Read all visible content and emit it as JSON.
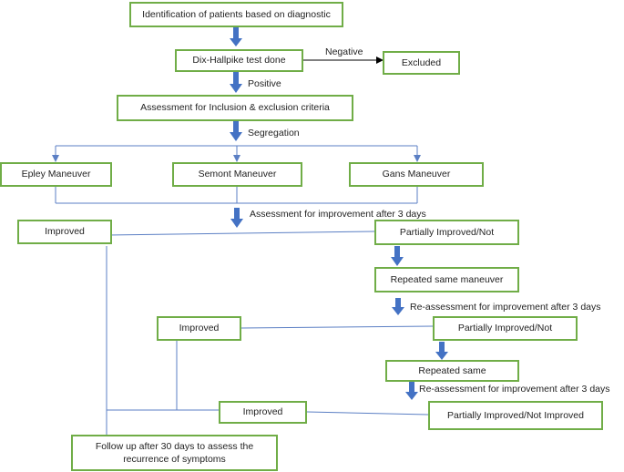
{
  "nodes": {
    "identify": "Identification of patients based on diagnostic",
    "dix": "Dix-Hallpike test done",
    "excluded": "Excluded",
    "assessment": "Assessment for Inclusion & exclusion criteria",
    "epley": "Epley Maneuver",
    "semont": "Semont Maneuver",
    "gans": "Gans Maneuver",
    "improved1": "Improved",
    "partial1": "Partially Improved/Not",
    "repeated1": "Repeated same maneuver",
    "improved2": "Improved",
    "partial2": "Partially Improved/Not",
    "repeated2": "Repeated same",
    "improved3": "Improved",
    "partial3": "Partially Improved/Not Improved",
    "followup": "Follow up after 30 days to assess the\nrecurrence of symptoms"
  },
  "labels": {
    "negative": "Negative",
    "positive": "Positive",
    "segregation": "Segregation",
    "assess3days": "Assessment for improvement after 3 days",
    "reassess1": "Re-assessment for improvement after 3 days",
    "reassess2": "Re-assessment for improvement after 3 days"
  },
  "colors": {
    "box_border": "#70ad47",
    "arrow_fill": "#4472c4",
    "connector": "#5b7fc4",
    "negative_arrow": "#000000"
  }
}
